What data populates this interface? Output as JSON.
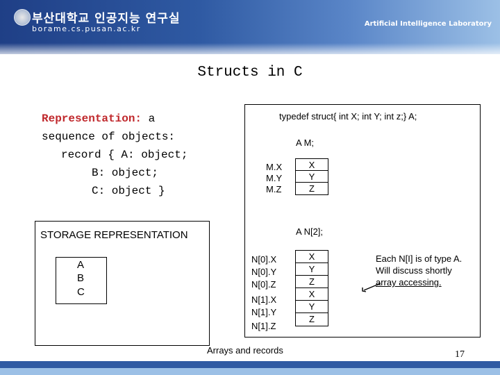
{
  "header": {
    "university": "부산대학교 인공지능 연구실",
    "url": "borame.cs.pusan.ac.kr",
    "lab": "Artificial Intelligence Laboratory"
  },
  "slide": {
    "title": "Structs in C",
    "left_code": {
      "line1_label": "Representation:",
      "line1_rest": " a",
      "line2": "sequence of objects:",
      "line3": "record { A: object;",
      "line4": "B: object;",
      "line5": "C: object }"
    },
    "right_box": {
      "typedef": "typedef struct{ int X; int Y; int z;} A;",
      "decl_m": "A M;",
      "m_labels": [
        "M.X",
        "M.Y",
        "M.Z"
      ],
      "m_cells": [
        "X",
        "Y",
        "Z"
      ],
      "decl_n": "A N[2];",
      "n_labels": [
        "N[0].X",
        "N[0].Y",
        "N[0].Z",
        "N[1].X",
        "N[1].Y",
        "N[1].Z"
      ],
      "n_cells": [
        "X",
        "Y",
        "Z",
        "X",
        "Y",
        "Z"
      ],
      "note": [
        "Each N[I] is of type A.",
        "Will discuss shortly",
        "array accessing."
      ]
    },
    "storage": {
      "heading": "STORAGE REPRESENTATION",
      "cells": [
        "A",
        "B",
        "C"
      ]
    },
    "footer_text": "Arrays and records",
    "page_number": "17"
  }
}
